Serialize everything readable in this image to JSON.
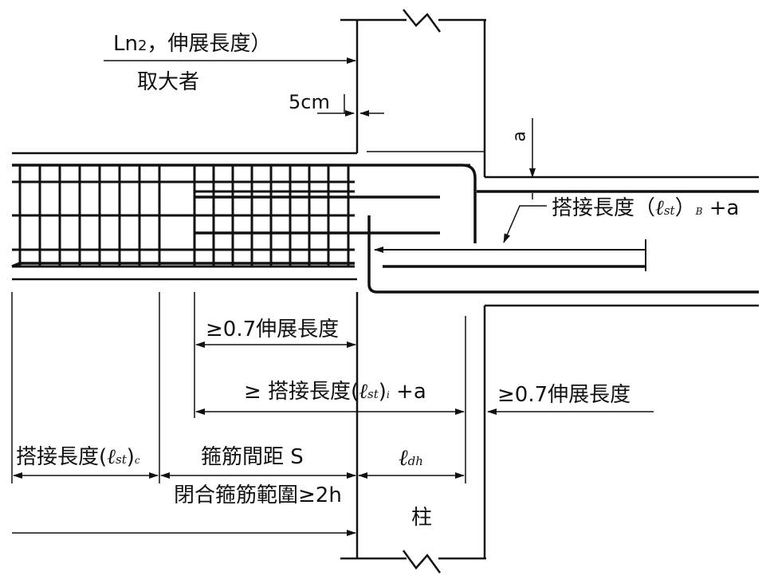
{
  "labels": {
    "ln2_prefix": "Ln",
    "ln2_sub": "2",
    "ln2_rest": "，伸展長度）",
    "take_larger": "取大者",
    "cover_5cm": "5cm",
    "dim_a": "a",
    "lap_top_prefix": "搭接長度（",
    "lap_top_ell": "ℓ",
    "lap_top_sub": "st",
    "lap_top_close": "）",
    "lap_top_sub2": "B",
    "lap_top_tail": " +a",
    "ext_07_left": "≥0.7伸展長度",
    "lap_mid_prefix": "≥ 搭接長度(",
    "lap_mid_ell": "ℓ",
    "lap_mid_sub": "st",
    "lap_mid_close": ")",
    "lap_mid_sub2": "i",
    "lap_mid_tail": " +a",
    "ext_07_right": "≥0.7伸展長度",
    "lap_left_prefix": "搭接長度(",
    "lap_left_ell": "ℓ",
    "lap_left_sub": "st",
    "lap_left_close": ")",
    "lap_left_sub2": "c",
    "stirrup_spacing": "箍筋間距 S",
    "ldh_ell": "ℓ",
    "ldh_sub": "dh",
    "closed_stirrup_range": "閉合箍筋範圍≥2h",
    "column": "柱"
  },
  "colors": {
    "line": "#111111",
    "background": "#ffffff"
  }
}
